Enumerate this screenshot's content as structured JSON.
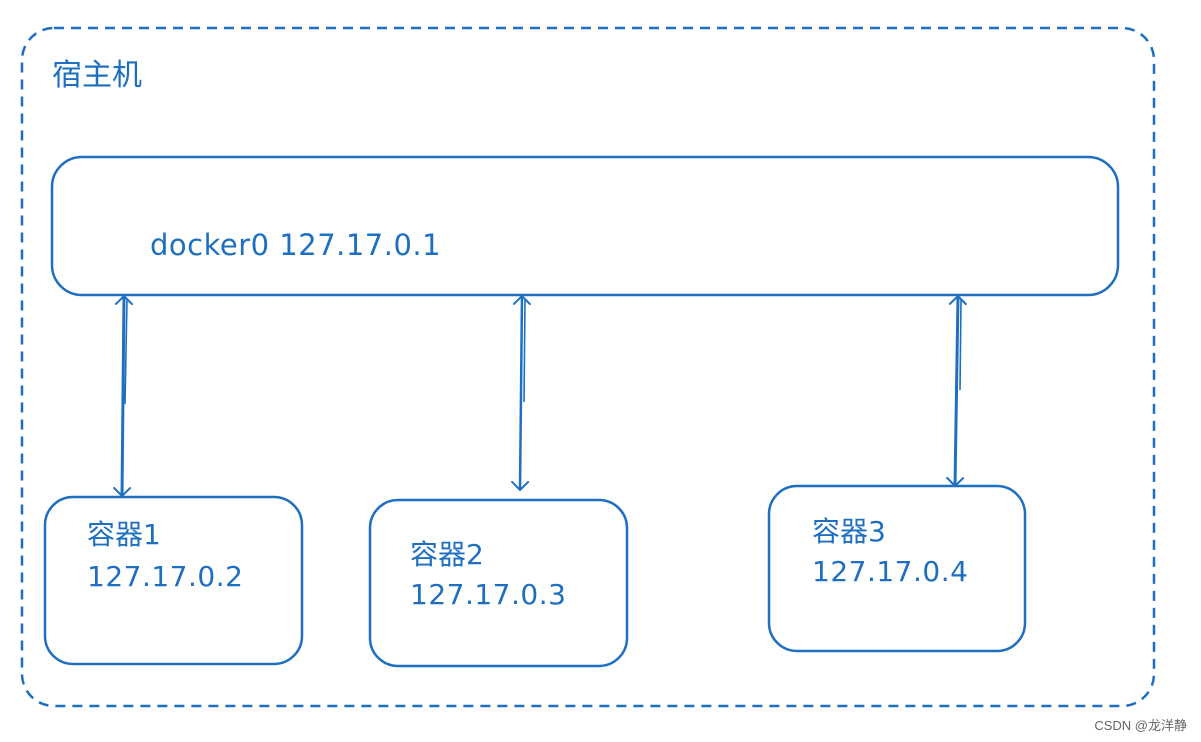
{
  "host": {
    "title": "宿主机"
  },
  "bridge": {
    "label": "docker0 127.17.0.1"
  },
  "containers": [
    {
      "name": "容器1",
      "ip": "127.17.0.2"
    },
    {
      "name": "容器2",
      "ip": "127.17.0.3"
    },
    {
      "name": "容器3",
      "ip": "127.17.0.4"
    }
  ],
  "watermark": "CSDN @龙洋静",
  "colors": {
    "stroke": "#1e6fc0",
    "background": "#ffffff"
  }
}
